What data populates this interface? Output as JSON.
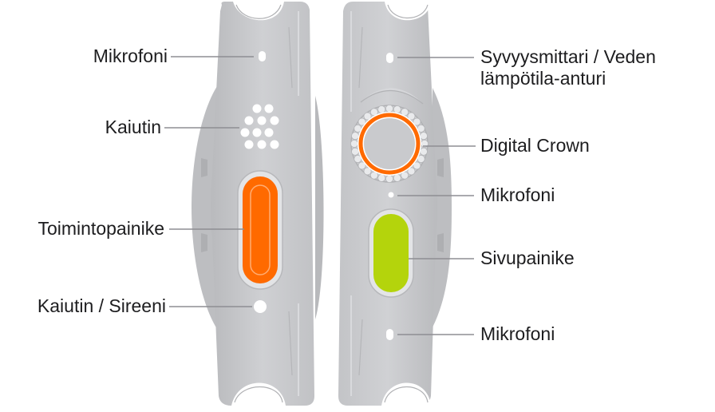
{
  "labels": {
    "left": [
      {
        "id": "mic",
        "text": "Mikrofoni"
      },
      {
        "id": "speaker",
        "text": "Kaiutin"
      },
      {
        "id": "action",
        "text": "Toimintopainike"
      },
      {
        "id": "siren",
        "text": "Kaiutin / Sireeni"
      }
    ],
    "right": [
      {
        "id": "depth",
        "line1": "Syvyysmittari / Veden",
        "line2": "lämpötila-anturi"
      },
      {
        "id": "crown",
        "text": "Digital Crown"
      },
      {
        "id": "mic2",
        "text": "Mikrofoni"
      },
      {
        "id": "side",
        "text": "Sivupainike"
      },
      {
        "id": "mic3",
        "text": "Mikrofoni"
      }
    ]
  },
  "colors": {
    "case": "#c7c8ca",
    "case_edge": "#b3b4b7",
    "case_highlight": "#dcdde0",
    "action_button": "#ff6a00",
    "crown_ring": "#ff6a00",
    "side_button": "#b4d40c",
    "leader": "#8e8e93",
    "text": "#1d1d1f"
  },
  "icons": {
    "crown": "crown-icon",
    "speaker": "speaker-grille-icon",
    "mic": "microphone-hole-icon"
  }
}
